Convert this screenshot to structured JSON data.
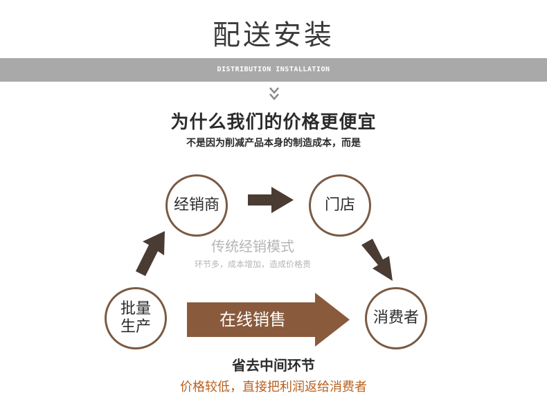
{
  "header": {
    "title": "配送安装",
    "subtitle_en": "DISTRIBUTION INSTALLATION"
  },
  "question": {
    "heading": "为什么我们的价格更便宜",
    "subheading": "不是因为削减产品本身的制造成本，而是"
  },
  "nodes": {
    "distributor": "经销商",
    "store": "门店",
    "producer_line1": "批量",
    "producer_line2": "生产",
    "consumer": "消费者"
  },
  "traditional": {
    "title": "传统经销模式",
    "note": "环节多，成本增加，造成价格贵"
  },
  "online": {
    "label": "在线销售"
  },
  "footer": {
    "heading": "省去中间环节",
    "subheading": "价格较低，直接把利润返给消费者"
  },
  "colors": {
    "arrow_dark": "#4a3b33",
    "circle_border": "#7a5a44",
    "online_arrow": "#8a5a3c",
    "highlight_text": "#b8601e",
    "band": "#a9a9a9"
  }
}
